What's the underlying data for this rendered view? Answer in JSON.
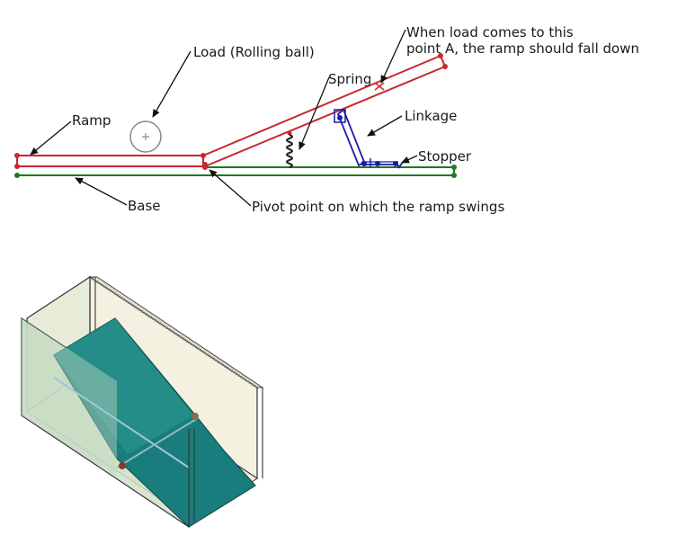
{
  "labels": {
    "load": "Load (Rolling ball)",
    "ramp": "Ramp",
    "spring": "Spring",
    "point_a_line1": "When load comes to this",
    "point_a_line2": "point A, the ramp should fall down",
    "linkage": "Linkage",
    "stopper": "Stopper",
    "base": "Base",
    "pivot": "Pivot point on which the ramp swings"
  },
  "colors": {
    "ramp": "#c8282d",
    "base": "#1f7a1f",
    "linkage": "#1a1aa8",
    "spring": "#222222",
    "leader": "#111111",
    "panel": "#f5f1e1",
    "plate": "#1a7d7d"
  }
}
